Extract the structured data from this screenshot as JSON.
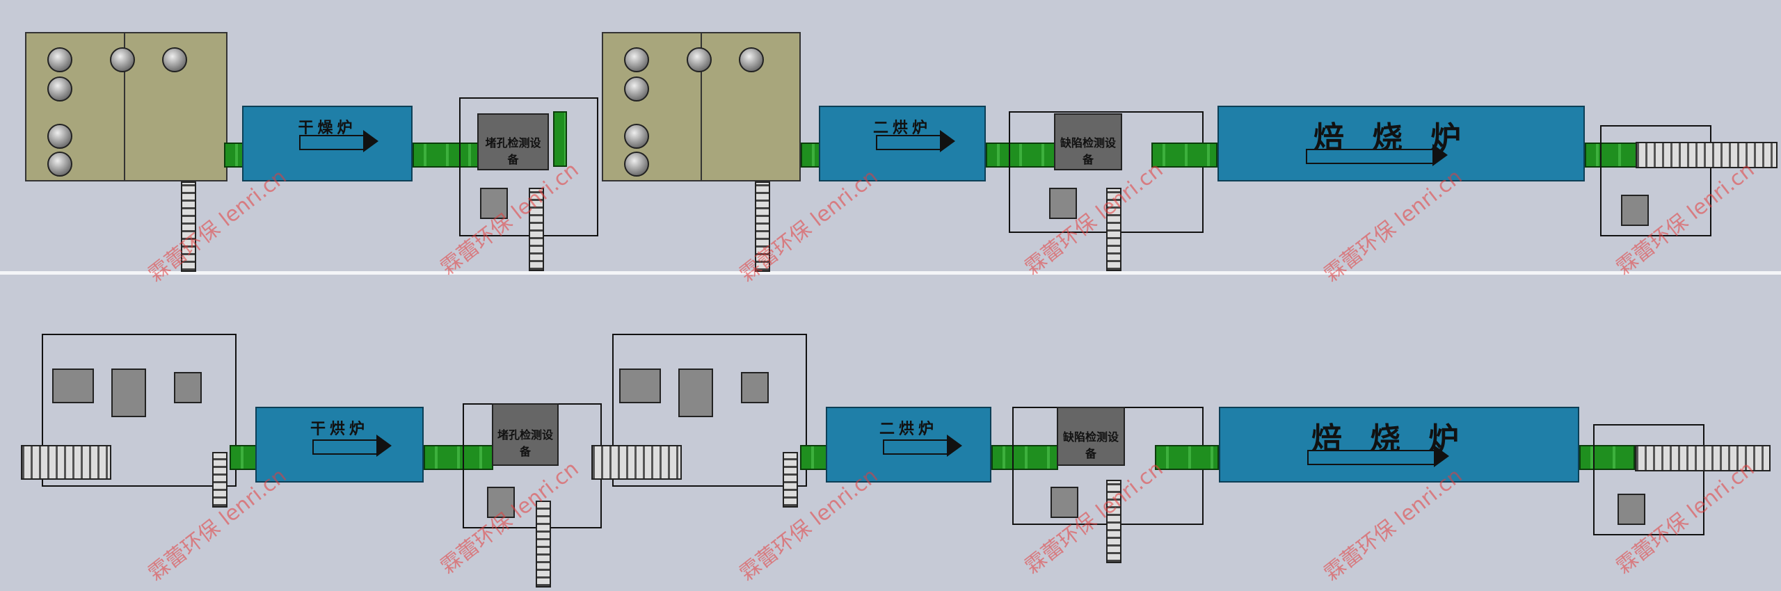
{
  "top_line": {
    "furnace_1": "干燥炉",
    "inspection_1": "堵孔检测设备",
    "furnace_2": "二烘炉",
    "inspection_2": "缺陷检测设备",
    "furnace_3": "焙烧炉"
  },
  "bottom_line": {
    "furnace_1": "干烘炉",
    "inspection_1": "堵孔检测设备",
    "furnace_2": "二烘炉",
    "inspection_2": "缺陷检测设备",
    "furnace_3": "焙烧炉"
  },
  "watermark": "霖蕾环保 lenri.cn",
  "colors": {
    "furnace": "#1f7fa8",
    "conveyor": "#1f8f1f",
    "equipment": "#666666",
    "enclosure": "#a8a67c"
  }
}
